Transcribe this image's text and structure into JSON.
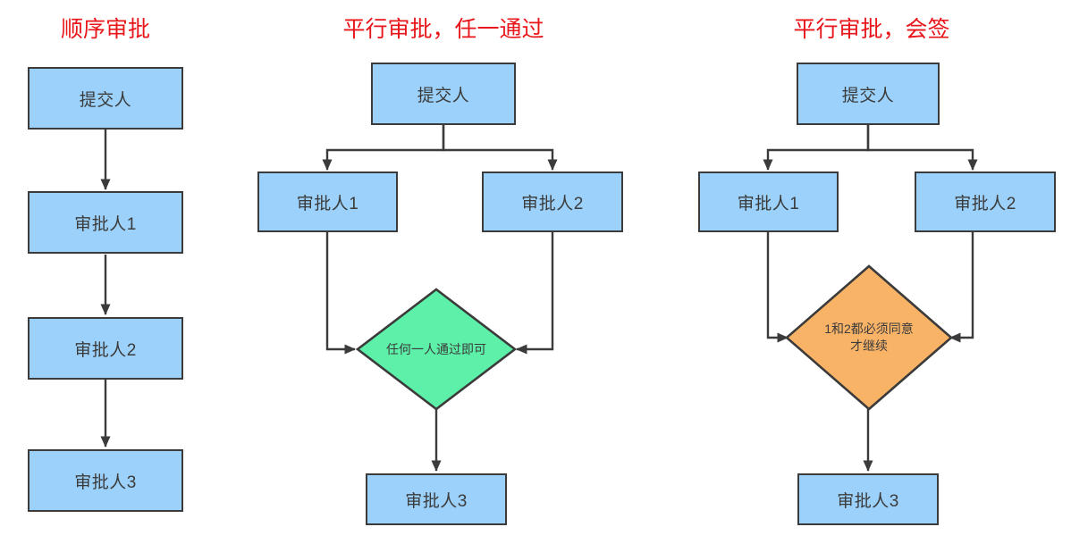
{
  "diagram": {
    "title_color": "#e8161a",
    "node_fill": "#9BD1FA",
    "node_stroke": "#3b3b3b",
    "diamond_any_fill": "#5CF0A8",
    "diamond_all_fill": "#F9B367",
    "edge_color": "#3b3b3b",
    "background": "#ffffff"
  },
  "columns": [
    {
      "id": "sequential",
      "title": "顺序审批",
      "nodes": [
        {
          "id": "c1-submitter",
          "label": "提交人"
        },
        {
          "id": "c1-approver1",
          "label": "审批人1"
        },
        {
          "id": "c1-approver2",
          "label": "审批人2"
        },
        {
          "id": "c1-approver3",
          "label": "审批人3"
        }
      ]
    },
    {
      "id": "parallel-any",
      "title": "平行审批，任一通过",
      "nodes": [
        {
          "id": "c2-submitter",
          "label": "提交人"
        },
        {
          "id": "c2-approver1",
          "label": "审批人1"
        },
        {
          "id": "c2-approver2",
          "label": "审批人2"
        },
        {
          "id": "c2-approver3",
          "label": "审批人3"
        }
      ],
      "gateway": {
        "id": "c2-gateway",
        "line1": "任何一人通过即可",
        "line2": ""
      }
    },
    {
      "id": "parallel-all",
      "title": "平行审批，会签",
      "nodes": [
        {
          "id": "c3-submitter",
          "label": "提交人"
        },
        {
          "id": "c3-approver1",
          "label": "审批人1"
        },
        {
          "id": "c3-approver2",
          "label": "审批人2"
        },
        {
          "id": "c3-approver3",
          "label": "审批人3"
        }
      ],
      "gateway": {
        "id": "c3-gateway",
        "line1": "1和2都必须同意",
        "line2": "才继续"
      }
    }
  ]
}
